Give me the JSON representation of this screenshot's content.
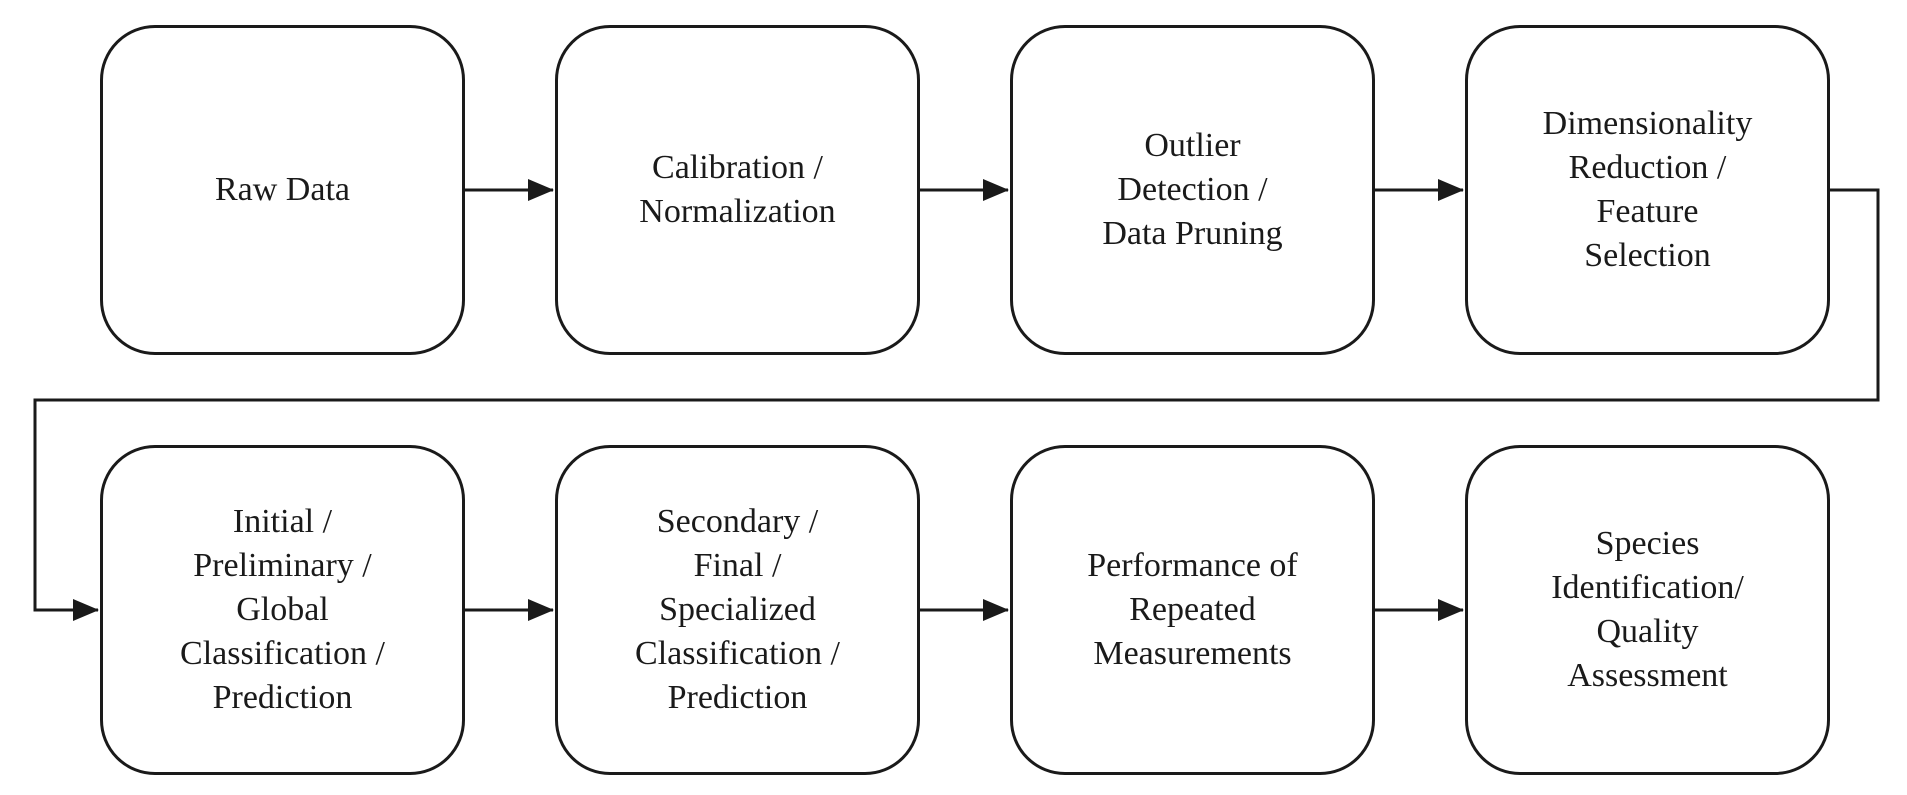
{
  "diagram": {
    "type": "flowchart",
    "description": "Two-row left-to-right processing pipeline flowchart with eight rounded-rectangle stages connected by arrows",
    "colors": {
      "background": "#ffffff",
      "box_fill": "#ffffff",
      "box_border": "#1a1a1a",
      "arrow": "#1a1a1a",
      "text": "#1a1a1a"
    }
  },
  "boxes": [
    {
      "id": "raw-data",
      "label": "Raw Data"
    },
    {
      "id": "calibration-normalization",
      "label": "Calibration /\nNormalization"
    },
    {
      "id": "outlier-detection-data-pruning",
      "label": "Outlier\nDetection /\nData Pruning"
    },
    {
      "id": "dimensionality-reduction-feature-selection",
      "label": "Dimensionality\nReduction /\nFeature\nSelection"
    },
    {
      "id": "initial-preliminary-global-classification-prediction",
      "label": "Initial /\nPreliminary /\nGlobal\nClassification /\nPrediction"
    },
    {
      "id": "secondary-final-specialized-classification-prediction",
      "label": "Secondary /\nFinal /\nSpecialized\nClassification /\nPrediction"
    },
    {
      "id": "performance-of-repeated-measurements",
      "label": "Performance of\nRepeated\nMeasurements"
    },
    {
      "id": "species-identification-quality-assessment",
      "label": "Species\nIdentification/\nQuality\nAssessment"
    }
  ],
  "flow": [
    {
      "from": "raw-data",
      "to": "calibration-normalization"
    },
    {
      "from": "calibration-normalization",
      "to": "outlier-detection-data-pruning"
    },
    {
      "from": "outlier-detection-data-pruning",
      "to": "dimensionality-reduction-feature-selection"
    },
    {
      "from": "dimensionality-reduction-feature-selection",
      "to": "initial-preliminary-global-classification-prediction"
    },
    {
      "from": "initial-preliminary-global-classification-prediction",
      "to": "secondary-final-specialized-classification-prediction"
    },
    {
      "from": "secondary-final-specialized-classification-prediction",
      "to": "performance-of-repeated-measurements"
    },
    {
      "from": "performance-of-repeated-measurements",
      "to": "species-identification-quality-assessment"
    }
  ]
}
